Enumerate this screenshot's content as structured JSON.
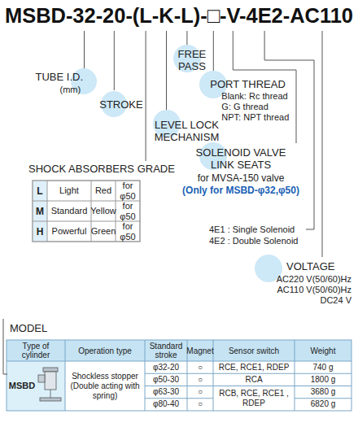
{
  "diagram": {
    "title": "MSBD-32-20-(L-K-L)-□-V-4E2-AC110",
    "nodes": [
      {
        "text": [
          "TUBE I.D.",
          "(mm)"
        ]
      },
      {
        "text": [
          "STROKE"
        ]
      },
      {
        "text": [
          "FREE PASS"
        ]
      },
      {
        "text": [
          "PORT THREAD",
          "Blank: Rc thread",
          "G: G thread",
          "NPT: NPT thread"
        ]
      },
      {
        "text": [
          "LEVEL LOCK MECHANISM"
        ]
      },
      {
        "text": [
          "SOLENOID VALVE LINK SEATS",
          "for MVSA-150 valve",
          "(Only for MSBD-φ32,φ50)"
        ]
      },
      {
        "text": [
          "VOLTAGE",
          "AC220 V(50/60)Hz",
          "AC110 V(50/60)Hz",
          "DC24 V"
        ]
      }
    ],
    "labels": [
      "SHOCK ABSORBERS GRADE",
      "L",
      "Light",
      "Red",
      "for φ50",
      "M",
      "Standard",
      "Yellow",
      "for φ50",
      "H",
      "Powerful",
      "Green",
      "for φ50",
      "4E1 : Single Solenoid",
      "4E2 : Double Solenoid",
      "MODEL",
      "Type of cylinder",
      "Operation type",
      "Standard stroke",
      "Magnet",
      "Sensor switch",
      "Weight",
      "MSBD",
      "Shockless stopper (Double acting with spring)",
      "φ32-20",
      "○",
      "RCE, RCE1, RDEP",
      "740 g",
      "φ50-30",
      "○",
      "RCA",
      "1800 g",
      "φ63-30",
      "○",
      "RCB, RCE, RCE1 , RDEP",
      "3680 g",
      "φ80-40",
      "○",
      "6820 g"
    ]
  }
}
